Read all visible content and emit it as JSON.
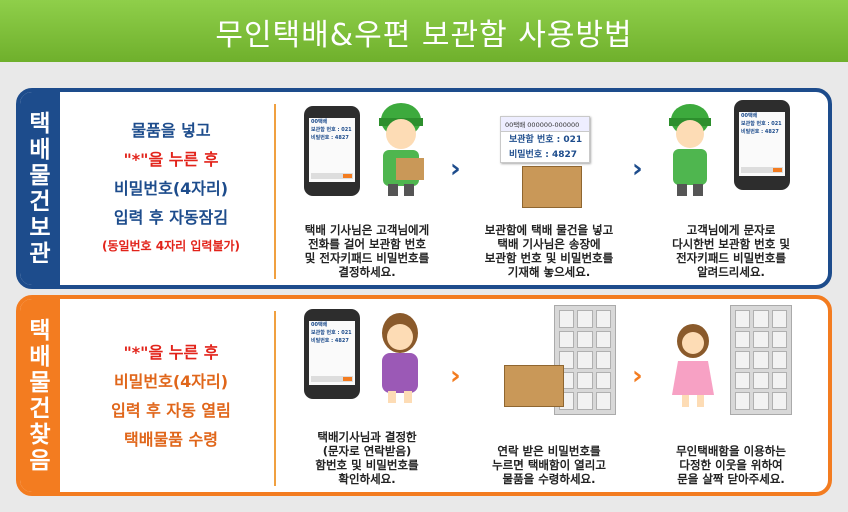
{
  "title": "무인택배&우편 보관함 사용방법",
  "store": {
    "side": [
      "택",
      "배",
      "물",
      "건",
      "보",
      "관"
    ],
    "desc": [
      {
        "text": "물품을 넣고",
        "red": false
      },
      {
        "text": "\"*\"을 누른 후",
        "red": true
      },
      {
        "text": "비밀번호(4자리)",
        "red": false
      },
      {
        "text": "입력 후 자동잠김",
        "red": false
      },
      {
        "text": "(동일번호 4자리 입력불가)",
        "red": true,
        "small": true
      }
    ],
    "phone_screen": [
      "00택배",
      "보관함 번호 : 021",
      "비밀번호 : 4827"
    ],
    "note": {
      "header": "00택배 000000-000000",
      "line1": "보관함 번호 : 021",
      "line2": "비밀번호 : 4827"
    },
    "steps": [
      [
        "택배 기사님은 고객님에게",
        "전화를 걸어 보관함 번호",
        "및 전자키패드 비밀번호를",
        "결정하세요."
      ],
      [
        "보관함에 택배 물건을 넣고",
        "택배 기사님은 송장에",
        "보관함 번호 및 비밀번호를",
        "기재해 놓으세요."
      ],
      [
        "고객님에게 문자로",
        "다시한번 보관함 번호 및",
        "전자키패드 비밀번호를",
        "알려드리세요."
      ]
    ],
    "arrow": "›"
  },
  "find": {
    "side": [
      "택",
      "배",
      "물",
      "건",
      "찾",
      "음"
    ],
    "desc": [
      {
        "text": "\"*\"을 누른 후",
        "red": true
      },
      {
        "text": "비밀번호(4자리)",
        "red": false
      },
      {
        "text": "입력 후 자동 열림",
        "red": false
      },
      {
        "text": "택배물품 수령",
        "red": false
      }
    ],
    "phone_screen": [
      "00택배",
      "보관함 번호 : 021",
      "비밀번호 : 4827"
    ],
    "steps": [
      [
        "택배기사님과 결정한",
        "(문자로 연락받음)",
        "함번호 및 비밀번호를",
        "확인하세요."
      ],
      [
        "연락 받은 비밀번호를",
        "누르면 택배함이 열리고",
        "물품을 수령하세요."
      ],
      [
        "무인택배함을 이용하는",
        "다정한 이웃을 위하여",
        "문을 살짝 닫아주세요."
      ]
    ],
    "arrow": "›"
  },
  "colors": {
    "banner": "#7fbf3a",
    "blue": "#1d4c8c",
    "orange": "#f37c20",
    "red": "#e2231a"
  }
}
